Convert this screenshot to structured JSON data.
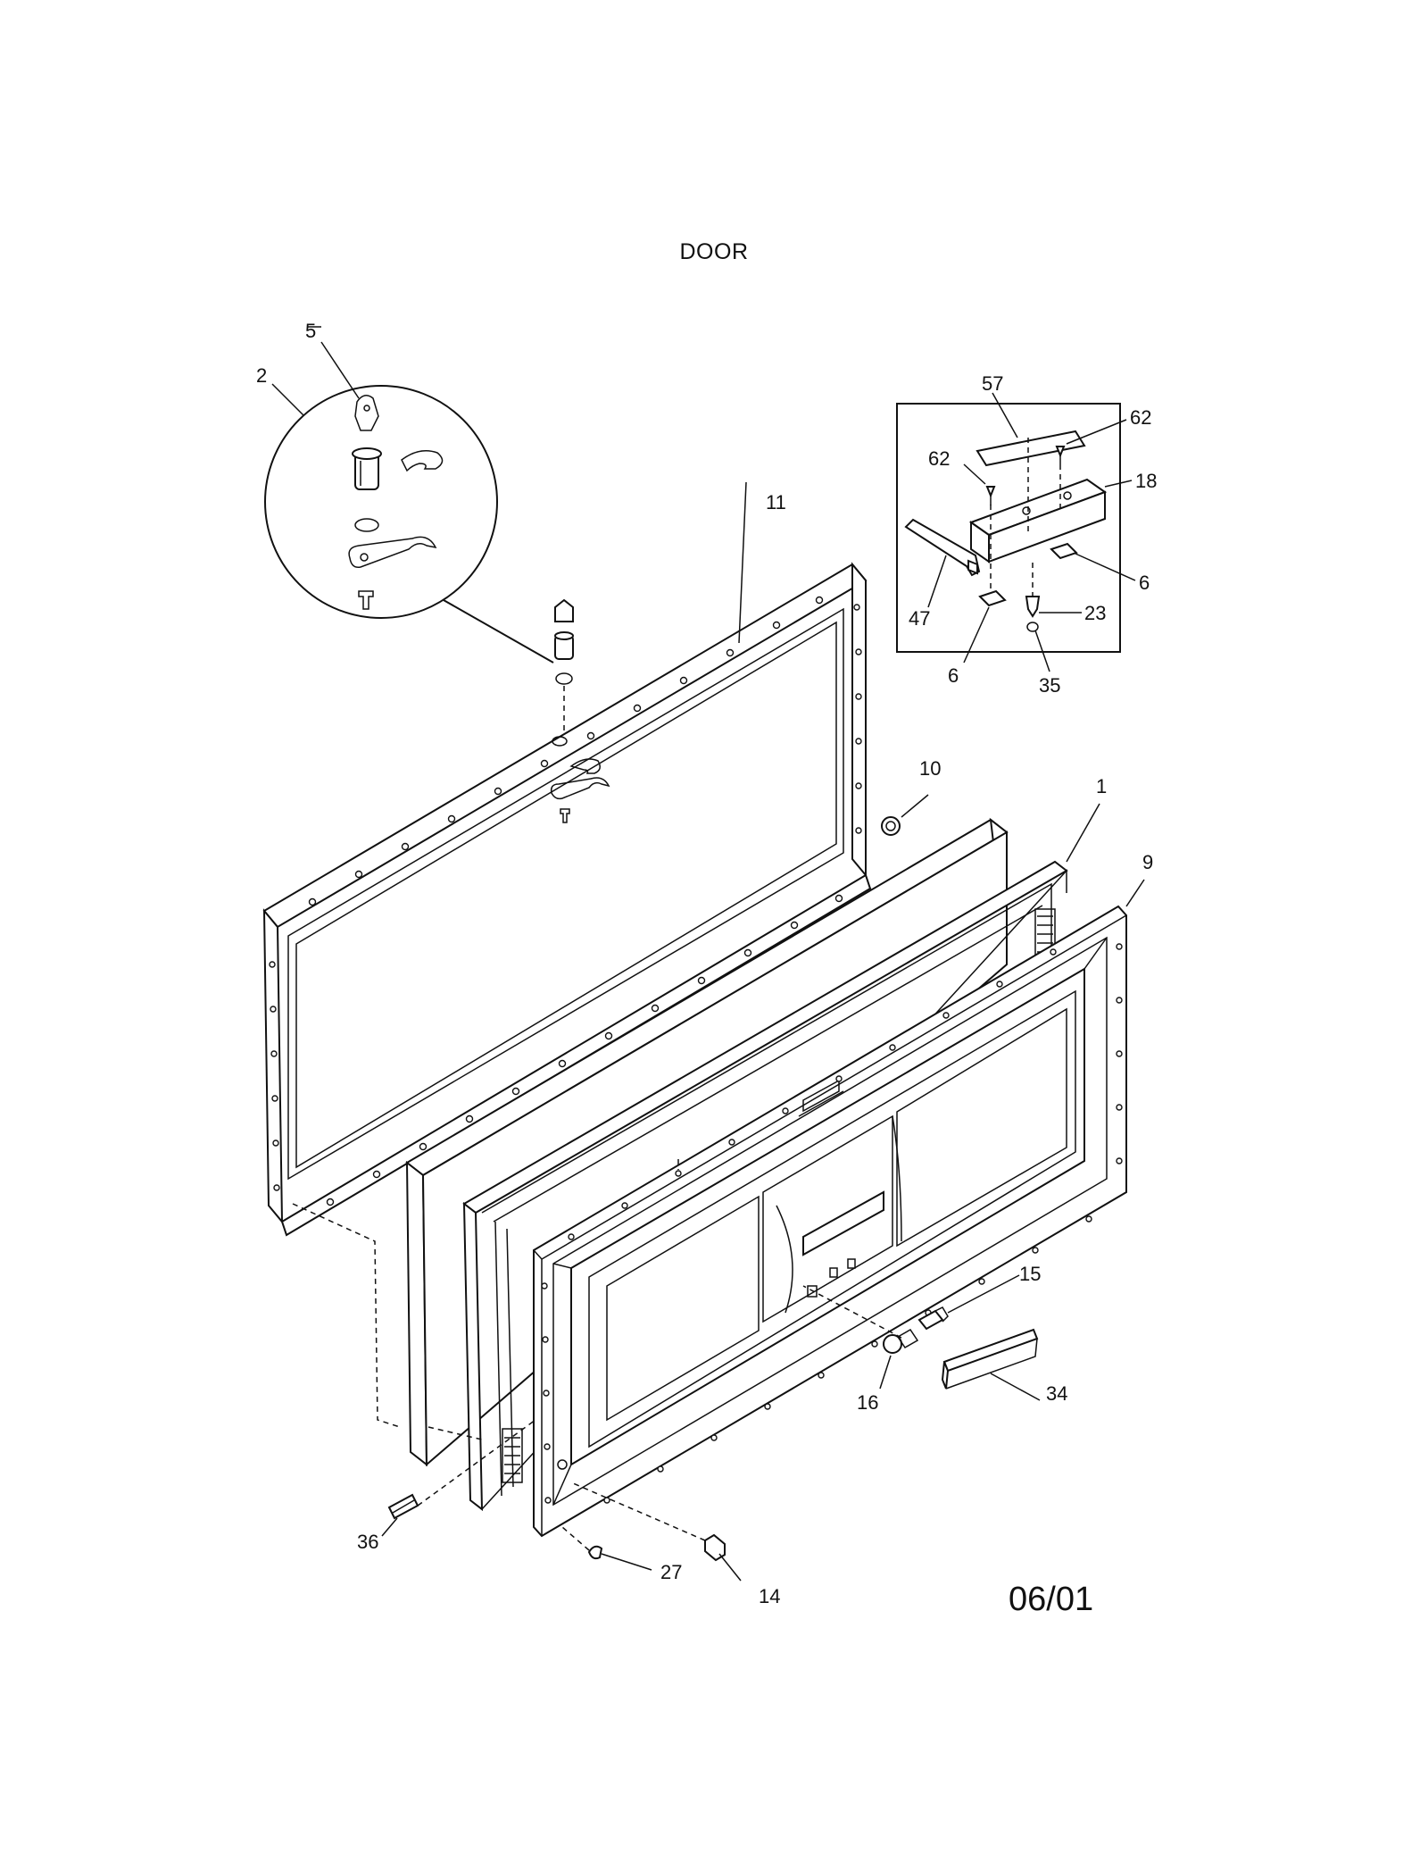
{
  "diagram": {
    "title": "DOOR",
    "date_code": "06/01",
    "callouts": {
      "c1": "1",
      "c2": "2",
      "c5": "5",
      "c6a": "6",
      "c6b": "6",
      "c9": "9",
      "c10": "10",
      "c11": "11",
      "c14": "14",
      "c15": "15",
      "c16": "16",
      "c18": "18",
      "c23": "23",
      "c27": "27",
      "c34": "34",
      "c35": "35",
      "c36": "36",
      "c47": "47",
      "c57": "57",
      "c62a": "62",
      "c62b": "62"
    }
  }
}
